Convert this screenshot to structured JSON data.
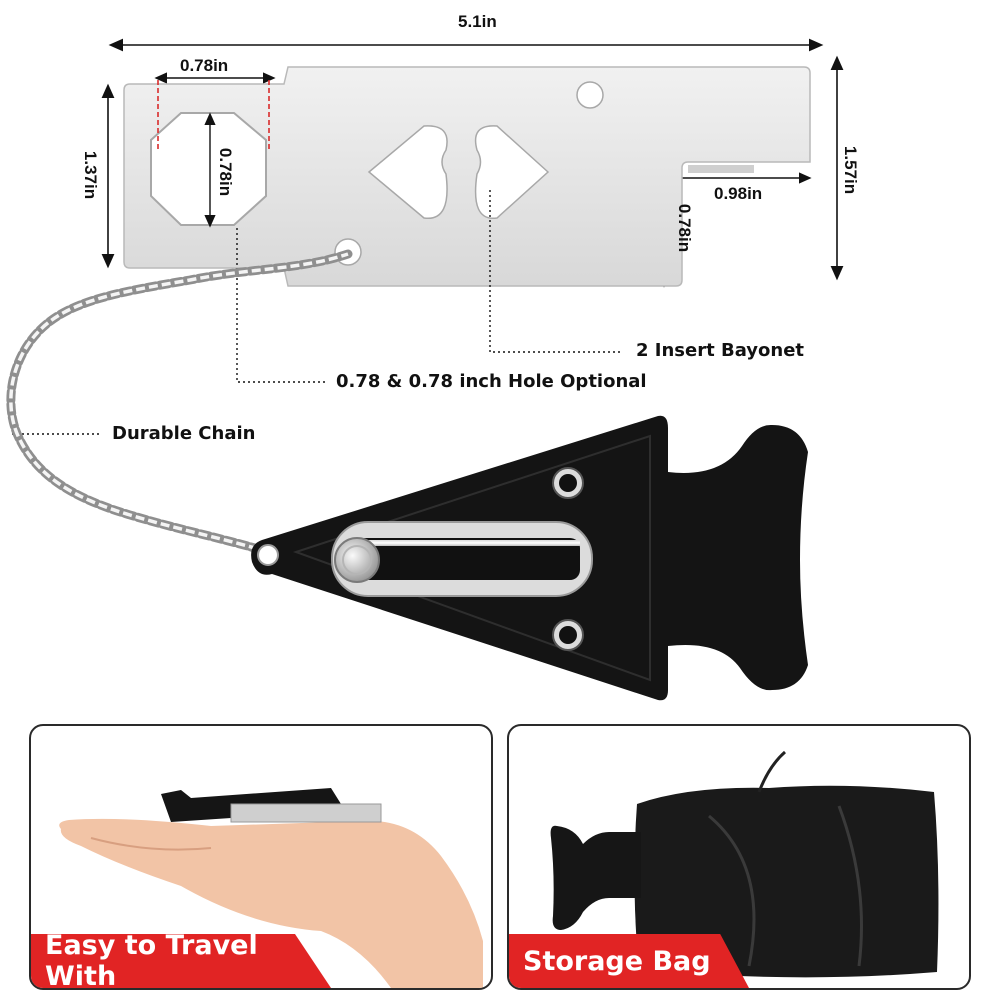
{
  "dimensions": {
    "overall_length": "5.1in",
    "hole_width": "0.78in",
    "hole_height": "0.78in",
    "plate_height": "1.37in",
    "total_height": "1.57in",
    "tab_width": "0.98in",
    "tab_height": "0.78in"
  },
  "callouts": {
    "bayonet": "2 Insert Bayonet",
    "hole": "0.78 & 0.78 inch Hole Optional",
    "chain": "Durable Chain"
  },
  "panels": {
    "travel": "Easy to Travel With",
    "storage": "Storage Bag"
  },
  "colors": {
    "banner": "#e12424",
    "lock_body": "#141414",
    "plate": "#e4e4e4",
    "dim_dash": "#d92b2b"
  }
}
